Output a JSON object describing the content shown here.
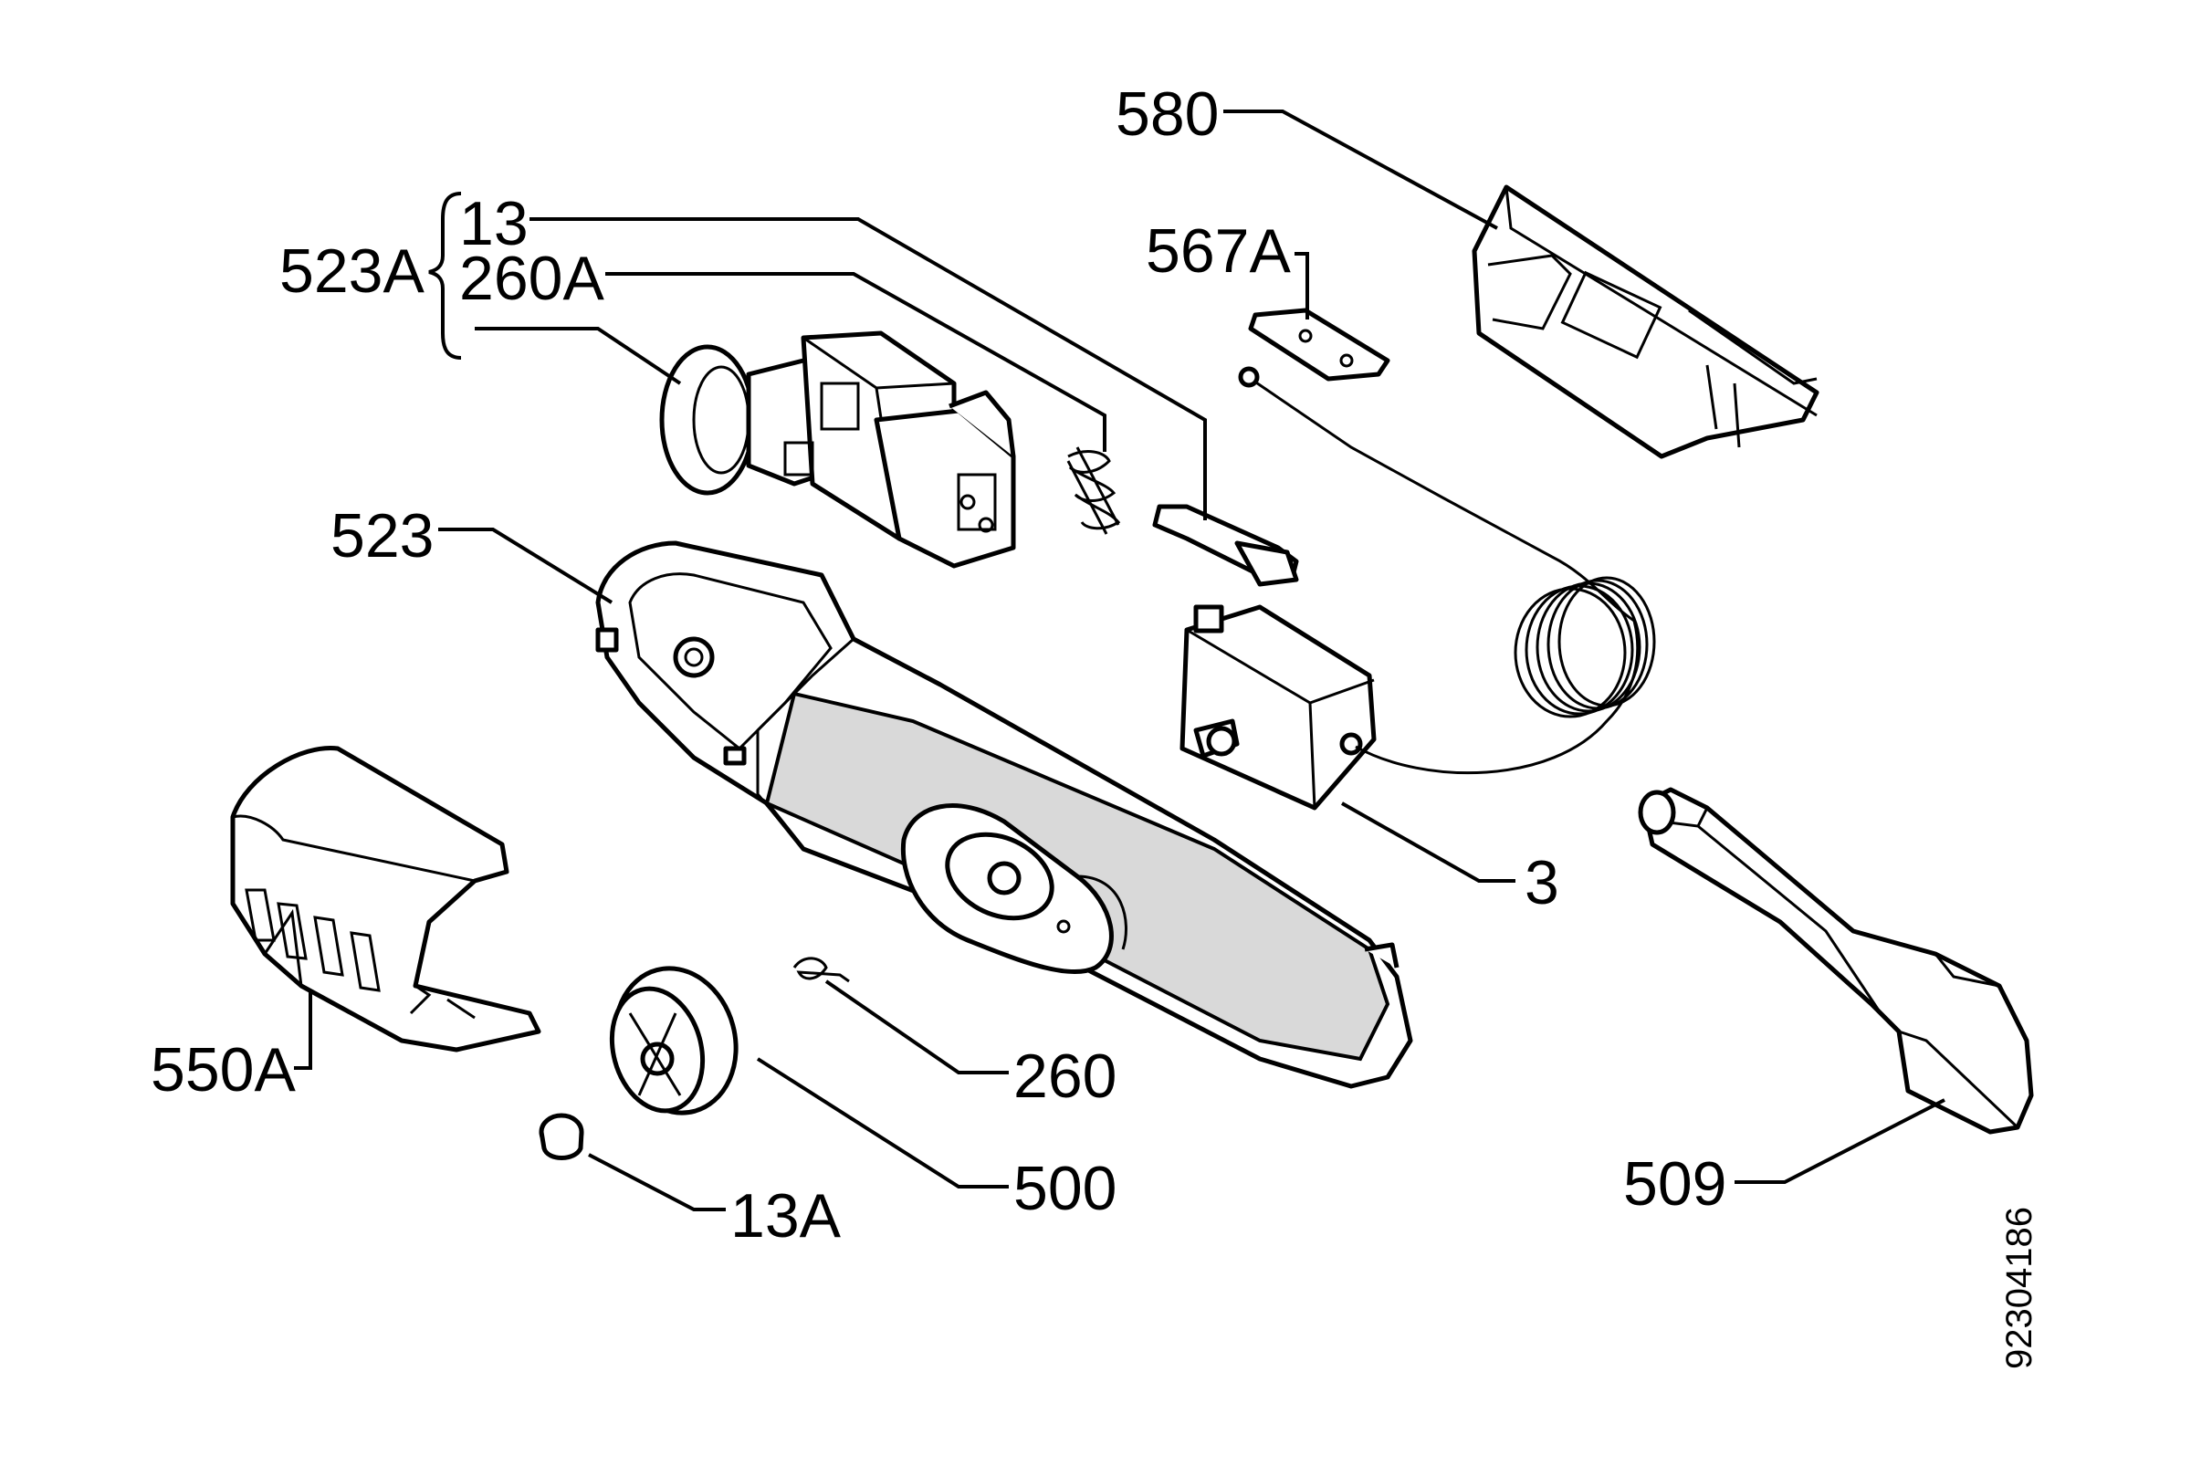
{
  "labels": {
    "l580": "580",
    "l567a": "567A",
    "l523a": "523A",
    "l13": "13",
    "l260a": "260A",
    "l523": "523",
    "l3": "3",
    "l550a": "550A",
    "l260": "260",
    "l500": "500",
    "l13a": "13A",
    "l509": "509"
  },
  "document_id": "92304186"
}
